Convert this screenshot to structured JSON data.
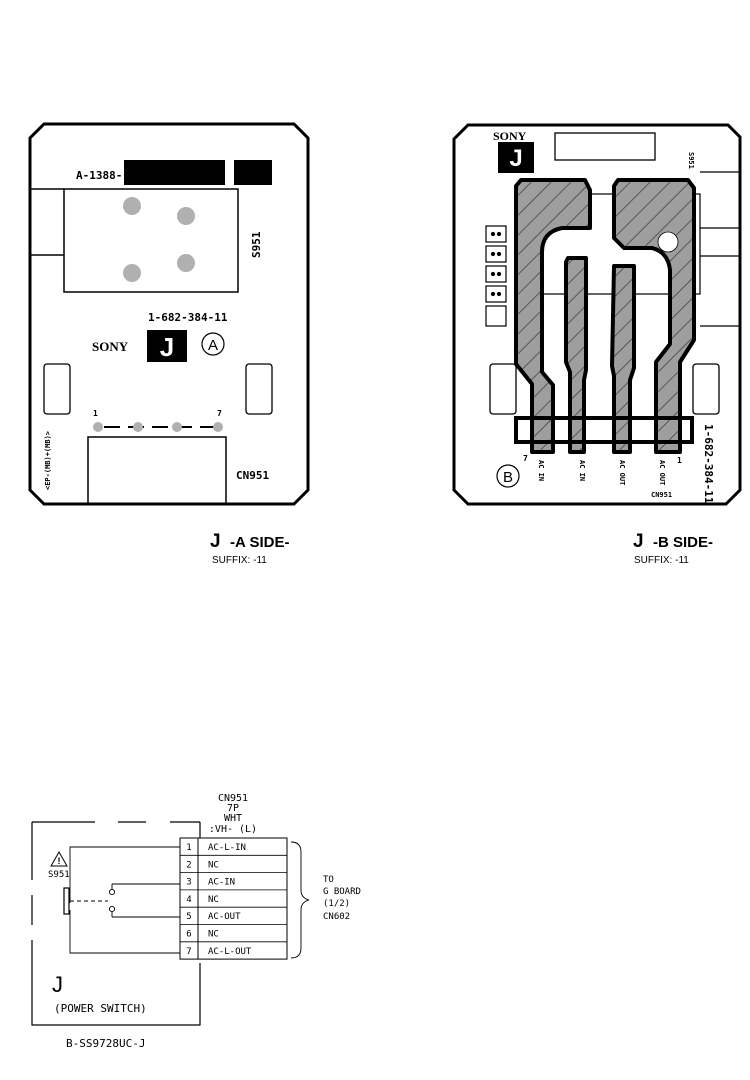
{
  "board_a": {
    "part_prefix": "A-1388-",
    "switch_ref": "S951",
    "board_number": "1-682-384-11",
    "brand": "SONY",
    "board_letter": "J",
    "side_marker": "A",
    "pin_first": "1",
    "pin_last": "7",
    "connector_ref": "CN951",
    "edge_label": "<EP-(MB)+(MB)>",
    "caption_letter": "J",
    "caption_side": "-A SIDE-",
    "suffix": "SUFFIX: -11"
  },
  "board_b": {
    "brand": "SONY",
    "board_letter": "J",
    "switch_ref": "S951",
    "board_number": "1-682-384-11",
    "side_marker": "B",
    "pin_first": "7",
    "pin_last": "1",
    "trace_labels": [
      "AC IN",
      "AC IN",
      "AC OUT",
      "AC OUT"
    ],
    "connector_ref": "CN951",
    "caption_letter": "J",
    "caption_side": "-B SIDE-",
    "suffix": "SUFFIX: -11"
  },
  "schematic": {
    "connector_ref": "CN951",
    "connector_pins": "7P",
    "connector_color": "WHT",
    "connector_type": ":VH- (L)",
    "switch_ref": "S951",
    "warning_symbol": "!",
    "pins": [
      {
        "num": "1",
        "name": "AC-L-IN"
      },
      {
        "num": "2",
        "name": "NC"
      },
      {
        "num": "3",
        "name": "AC-IN"
      },
      {
        "num": "4",
        "name": "NC"
      },
      {
        "num": "5",
        "name": "AC-OUT"
      },
      {
        "num": "6",
        "name": "NC"
      },
      {
        "num": "7",
        "name": "AC-L-OUT"
      }
    ],
    "destination": [
      "TO",
      "G BOARD",
      "(1/2)",
      "CN602"
    ],
    "board_letter": "J",
    "board_name": "(POWER SWITCH)",
    "footer": "B-SS9728UC-J"
  }
}
